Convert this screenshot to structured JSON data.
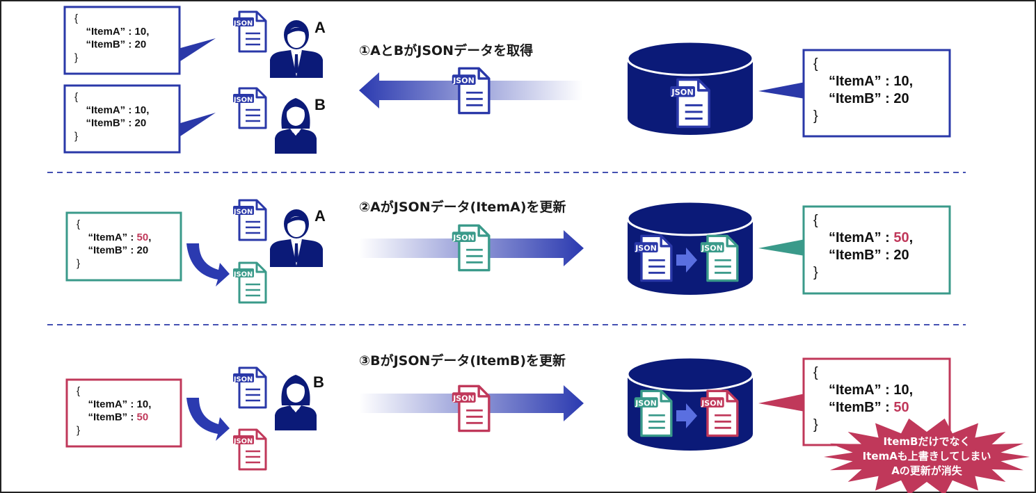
{
  "colors": {
    "navy": "#0b1a78",
    "blue": "#2a38a8",
    "teal": "#3a9a8a",
    "crimson": "#c0385a",
    "arrow_light": "#5a6fe0"
  },
  "icons": {
    "doc_label": "JSON",
    "user": "user-icon",
    "database": "database-icon",
    "document": "json-document-icon"
  },
  "users": {
    "a": "A",
    "b": "B"
  },
  "rows": [
    {
      "title": "①AとBがJSONデータを取得",
      "direction": "left",
      "left_boxes": [
        {
          "open": "{",
          "key_a": "“ItemA” : ",
          "val_a": "10",
          "comma": ",",
          "key_b": "“ItemB” : ",
          "val_b": "20",
          "close": "}",
          "color": "blue",
          "highlight": ""
        },
        {
          "open": "{",
          "key_a": "“ItemA” : ",
          "val_a": "10",
          "comma": ",",
          "key_b": "“ItemB” : ",
          "val_b": "20",
          "close": "}",
          "color": "blue",
          "highlight": ""
        }
      ],
      "right_box": {
        "open": "{",
        "key_a": "“ItemA” : ",
        "val_a": "10",
        "comma": ",",
        "key_b": "“ItemB” : ",
        "val_b": "20",
        "close": "}",
        "color": "blue",
        "highlight": ""
      }
    },
    {
      "title": "②AがJSONデータ(ItemA)を更新",
      "direction": "right",
      "left_boxes": [
        {
          "open": "{",
          "key_a": "“ItemA” : ",
          "val_a": "50",
          "comma": ",",
          "key_b": "“ItemB” : ",
          "val_b": "20",
          "close": "}",
          "color": "teal",
          "highlight": "a"
        }
      ],
      "right_box": {
        "open": "{",
        "key_a": "“ItemA” : ",
        "val_a": "50",
        "comma": ",",
        "key_b": "“ItemB” : ",
        "val_b": "20",
        "close": "}",
        "color": "teal",
        "highlight": "a"
      }
    },
    {
      "title": "③BがJSONデータ(ItemB)を更新",
      "direction": "right",
      "left_boxes": [
        {
          "open": "{",
          "key_a": "“ItemA” : ",
          "val_a": "10",
          "comma": ",",
          "key_b": "“ItemB” : ",
          "val_b": "50",
          "close": "}",
          "color": "crimson",
          "highlight": "b"
        }
      ],
      "right_box": {
        "open": "{",
        "key_a": "“ItemA” : ",
        "val_a": "10",
        "comma": ",",
        "key_b": "“ItemB” : ",
        "val_b": "50",
        "close": "}",
        "color": "crimson",
        "highlight": "b"
      }
    }
  ],
  "callout": {
    "lines": [
      "ItemBだけでなく",
      "ItemAも上書きしてしまい",
      "Aの更新が消失"
    ],
    "color": "crimson"
  }
}
